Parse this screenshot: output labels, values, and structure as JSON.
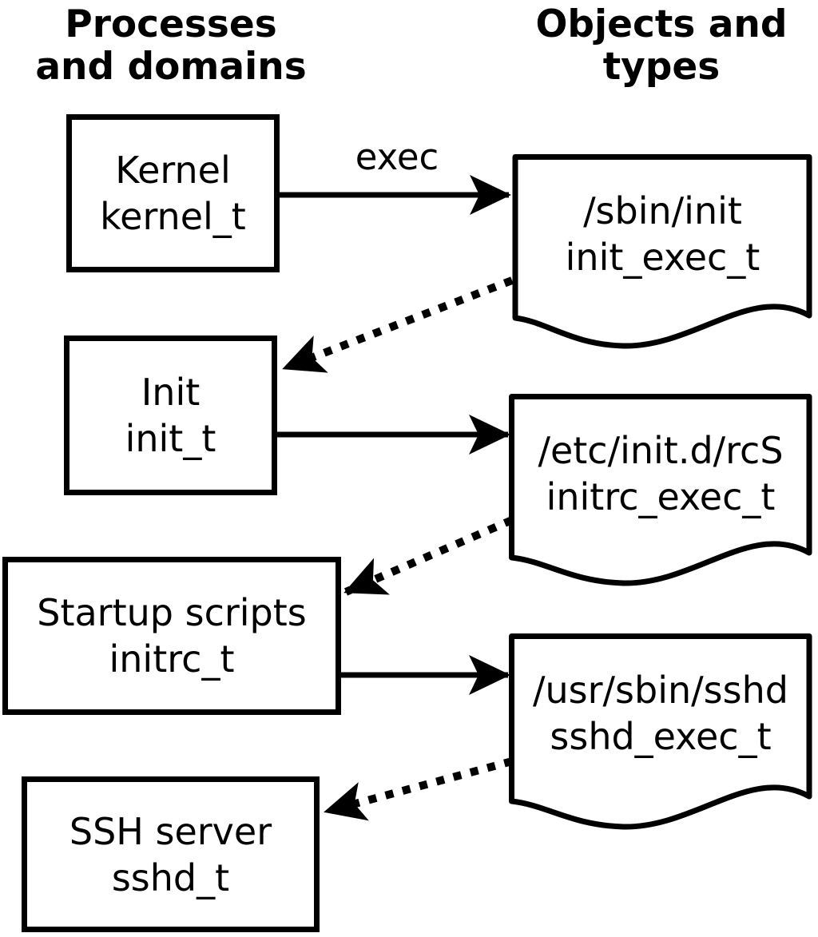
{
  "headers": {
    "left": {
      "line1": "Processes",
      "line2": "and domains"
    },
    "right": {
      "line1": "Objects and",
      "line2": "types"
    }
  },
  "process_boxes": [
    {
      "name": "Kernel",
      "domain": "kernel_t"
    },
    {
      "name": "Init",
      "domain": "init_t"
    },
    {
      "name": "Startup scripts",
      "domain": "initrc_t"
    },
    {
      "name": "SSH server",
      "domain": "sshd_t"
    }
  ],
  "object_files": [
    {
      "path": "/sbin/init",
      "type": "init_exec_t"
    },
    {
      "path": "/etc/init.d/rcS",
      "type": "initrc_exec_t"
    },
    {
      "path": "/usr/sbin/sshd",
      "type": "sshd_exec_t"
    }
  ],
  "labels": {
    "exec_arrow": "exec"
  },
  "colors": {
    "foreground": "#000000",
    "background": "#ffffff"
  }
}
